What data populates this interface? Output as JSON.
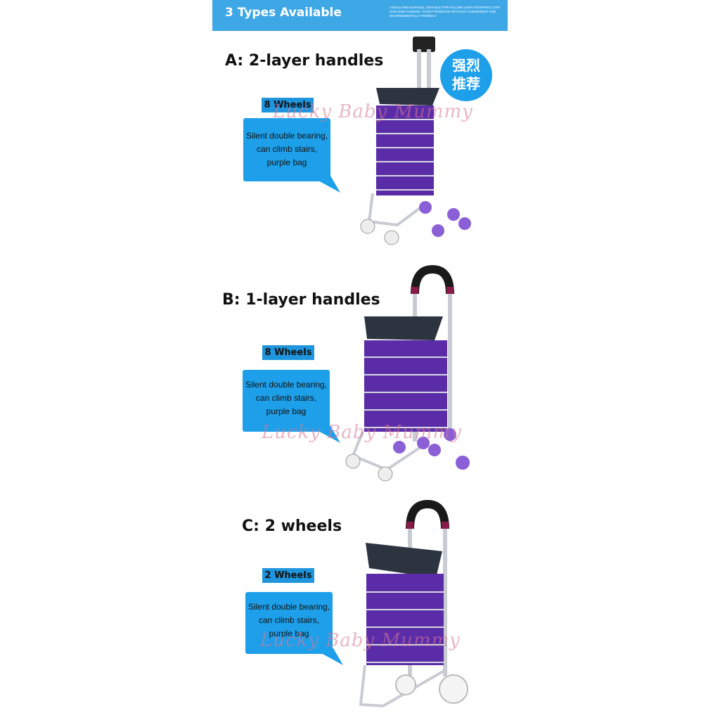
{
  "banner": {
    "title": "3 Types Available",
    "small_text": "A BOLD AND DURABLE, SUITABLE FOR PULLING LIGHT SHOPPING CART HIGH-END FASHION, TO BUY PRODUCE NOT EASY CONVENIENT AND ENVIRONMENTALLY FRIENDLY"
  },
  "recommend_badge": {
    "line1": "强烈",
    "line2": "推荐"
  },
  "watermark": "Lucky Baby Mummy",
  "sections": [
    {
      "title": "A: 2-layer handles",
      "wheels": "8 Wheels",
      "desc": [
        "Silent double bearing,",
        "can climb stairs,",
        "purple bag"
      ]
    },
    {
      "title": "B: 1-layer handles",
      "wheels": "8 Wheels",
      "desc": [
        "Silent double bearing,",
        "can climb stairs,",
        "purple bag"
      ]
    },
    {
      "title": "C: 2 wheels",
      "wheels": "2 Wheels",
      "desc": [
        "Silent double bearing,",
        "can climb stairs,",
        "purple bag"
      ]
    }
  ],
  "colors": {
    "banner": "#3ea7e6",
    "bubble": "#1e9fe9",
    "bag": "#5a2ca8",
    "frame": "#c8ccd2",
    "wheel": "#8b5fd6",
    "watermark": "#d77896"
  }
}
